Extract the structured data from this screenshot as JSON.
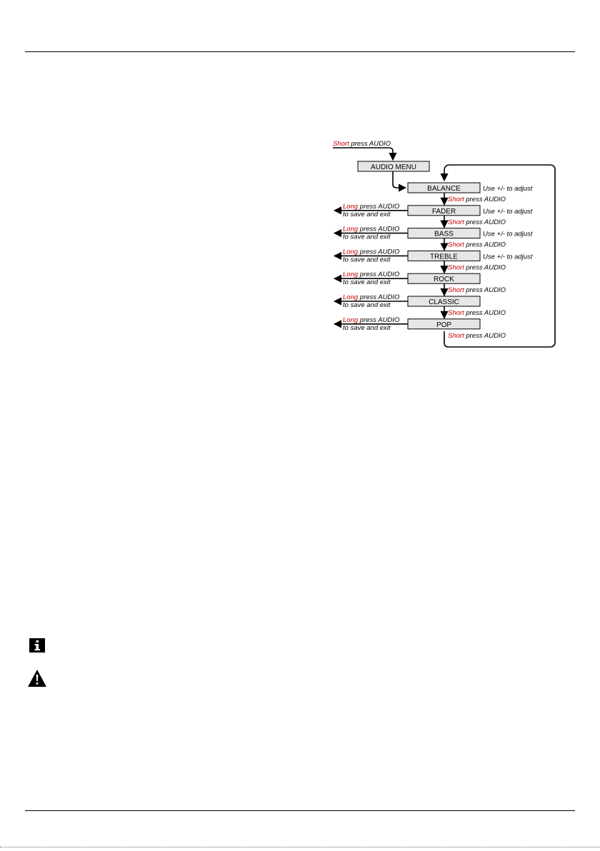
{
  "flow": {
    "entry": {
      "em": "Short",
      "rest": " press AUDIO"
    },
    "menu_label": "AUDIO MENU",
    "items": [
      {
        "label": "BALANCE",
        "right_note": "Use +/-  to adjust",
        "has_exit": false
      },
      {
        "label": "FADER",
        "right_note": "Use +/-  to adjust",
        "has_exit": true
      },
      {
        "label": "BASS",
        "right_note": "Use +/- to adjust",
        "has_exit": true
      },
      {
        "label": "TREBLE",
        "right_note": "Use +/- to adjust",
        "has_exit": true
      },
      {
        "label": "ROCK",
        "right_note": "",
        "has_exit": true
      },
      {
        "label": "CLASSIC",
        "right_note": "",
        "has_exit": true
      },
      {
        "label": "POP",
        "right_note": "",
        "has_exit": true
      }
    ],
    "step": {
      "em": "Short",
      "rest": " press AUDIO"
    },
    "exit": {
      "em": "Long",
      "rest": " press AUDIO",
      "line2": "to save and exit"
    }
  },
  "icons": [
    "info-icon",
    "warning-icon"
  ],
  "colors": {
    "emphasis": "#c00000",
    "box_fill": "#e6e6e6"
  }
}
